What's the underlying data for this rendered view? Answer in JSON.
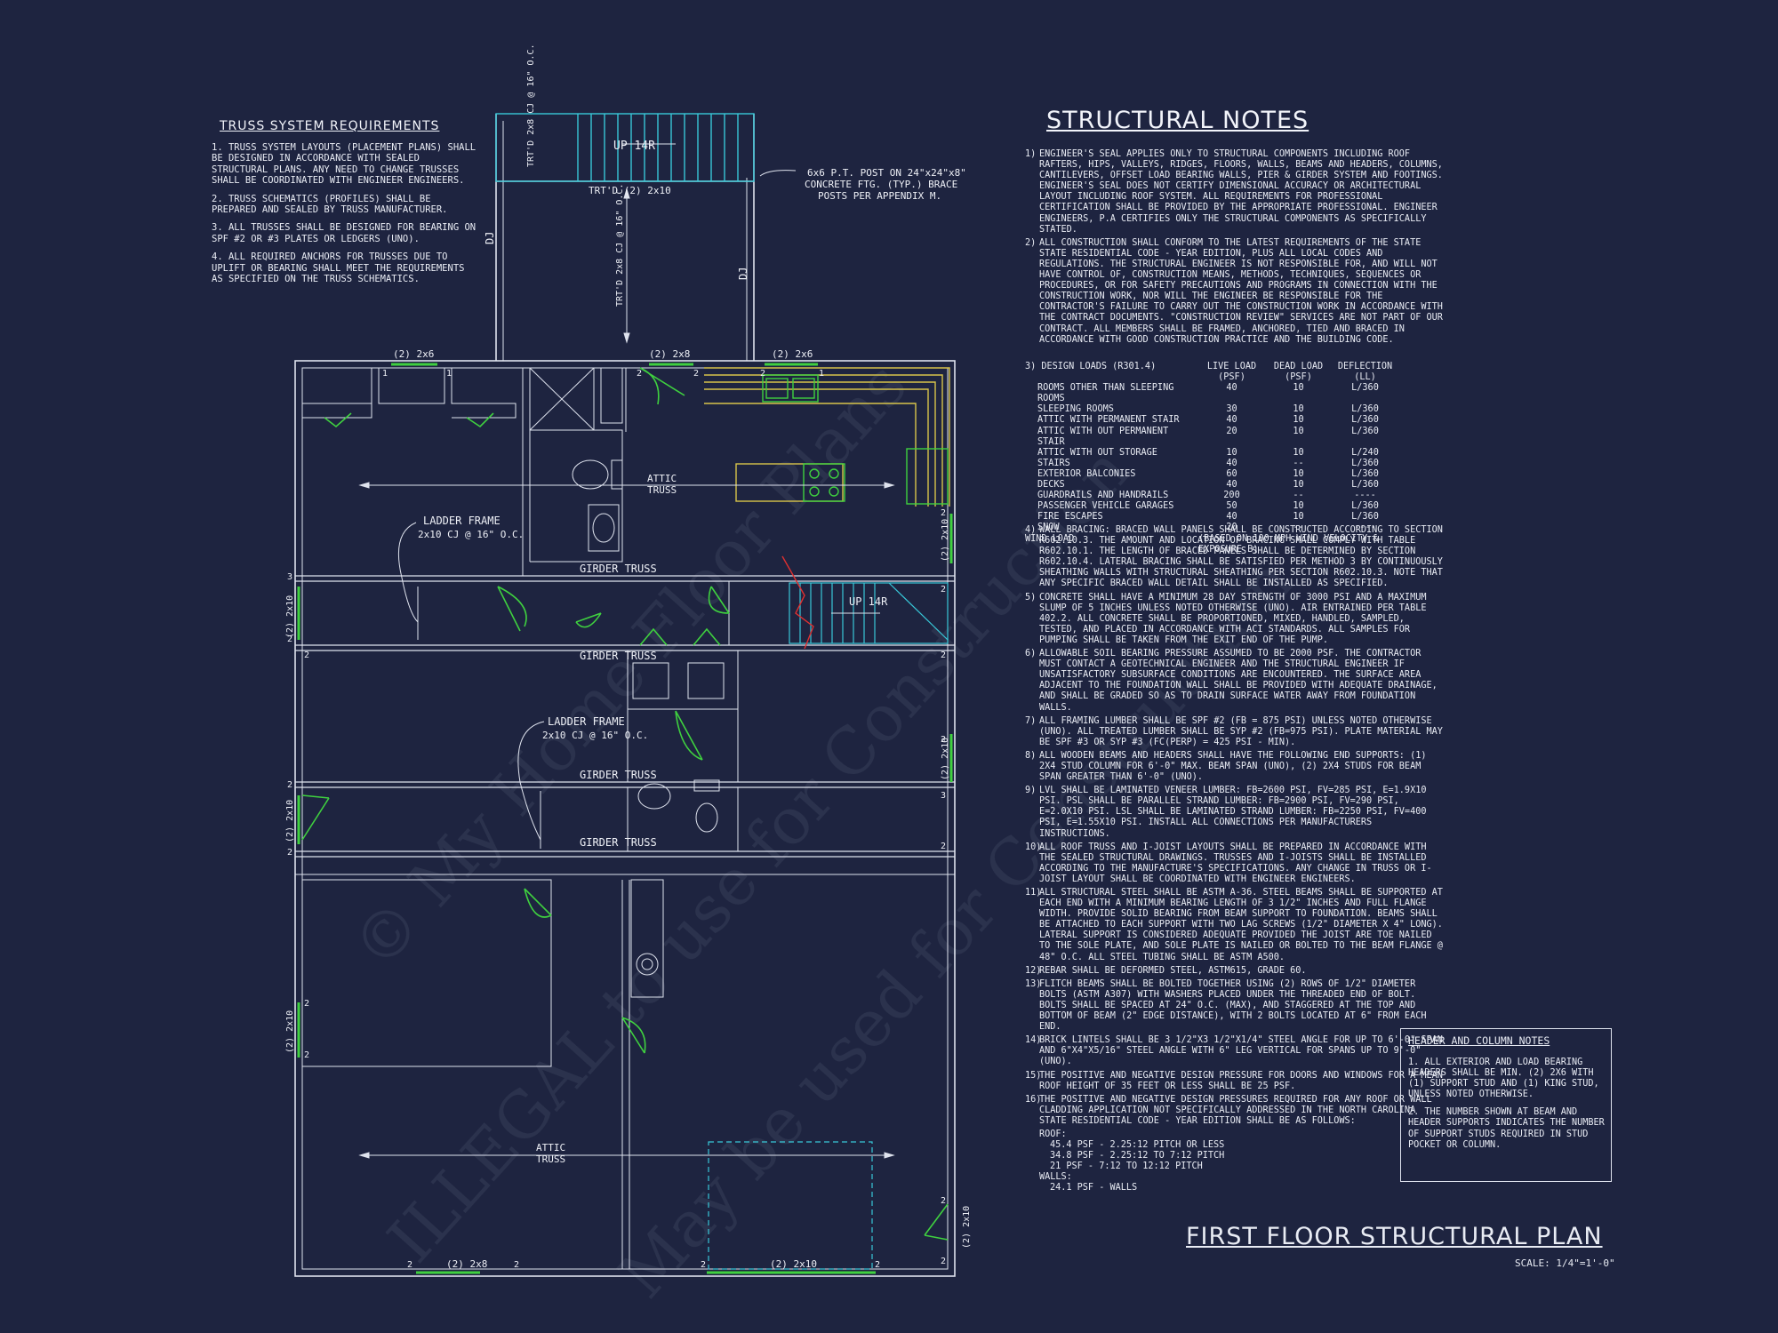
{
  "truss": {
    "title": "TRUSS SYSTEM REQUIREMENTS",
    "items": [
      "1. TRUSS SYSTEM LAYOUTS (PLACEMENT PLANS) SHALL BE DESIGNED IN ACCORDANCE WITH SEALED STRUCTURAL PLANS. ANY NEED TO CHANGE TRUSSES SHALL BE COORDINATED WITH ENGINEER ENGINEERS.",
      "2. TRUSS SCHEMATICS (PROFILES) SHALL BE PREPARED AND SEALED BY TRUSS MANUFACTURER.",
      "3. ALL TRUSSES SHALL BE DESIGNED FOR BEARING ON SPF #2 OR #3 PLATES OR LEDGERS (UNO).",
      "4. ALL REQUIRED ANCHORS FOR TRUSSES DUE TO UPLIFT OR BEARING SHALL MEET THE REQUIREMENTS AS SPECIFIED ON THE TRUSS SCHEMATICS."
    ]
  },
  "structural": {
    "title": "STRUCTURAL NOTES",
    "notes_a": [
      {
        "n": "1)",
        "t": "ENGINEER'S SEAL APPLIES ONLY TO STRUCTURAL COMPONENTS INCLUDING ROOF RAFTERS, HIPS, VALLEYS, RIDGES, FLOORS, WALLS, BEAMS AND HEADERS, COLUMNS, CANTILEVERS, OFFSET LOAD BEARING WALLS, PIER & GIRDER SYSTEM AND FOOTINGS. ENGINEER'S SEAL DOES NOT CERTIFY DIMENSIONAL ACCURACY OR ARCHITECTURAL LAYOUT INCLUDING ROOF SYSTEM. ALL REQUIREMENTS FOR PROFESSIONAL CERTIFICATION SHALL BE PROVIDED BY THE APPROPRIATE PROFESSIONAL. ENGINEER ENGINEERS, P.A CERTIFIES ONLY THE STRUCTURAL COMPONENTS AS SPECIFICALLY STATED."
      },
      {
        "n": "2)",
        "t": "ALL CONSTRUCTION SHALL CONFORM TO THE LATEST REQUIREMENTS OF THE STATE STATE RESIDENTIAL CODE - YEAR EDITION, PLUS ALL LOCAL CODES AND REGULATIONS. THE STRUCTURAL ENGINEER IS NOT RESPONSIBLE FOR, AND WILL NOT HAVE CONTROL OF, CONSTRUCTION MEANS, METHODS, TECHNIQUES, SEQUENCES OR PROCEDURES, OR FOR SAFETY PRECAUTIONS AND PROGRAMS IN CONNECTION WITH THE CONSTRUCTION WORK, NOR WILL THE ENGINEER BE RESPONSIBLE FOR THE CONTRACTOR'S FAILURE TO CARRY OUT THE CONSTRUCTION WORK IN ACCORDANCE WITH THE CONTRACT DOCUMENTS. \"CONSTRUCTION REVIEW\" SERVICES ARE NOT PART OF OUR CONTRACT. ALL MEMBERS SHALL BE FRAMED, ANCHORED, TIED AND BRACED IN ACCORDANCE WITH GOOD CONSTRUCTION PRACTICE AND THE BUILDING CODE."
      }
    ],
    "loads": {
      "label": "3) DESIGN LOADS (R301.4)",
      "headers": [
        "LIVE LOAD (PSF)",
        "DEAD LOAD (PSF)",
        "DEFLECTION (LL)"
      ],
      "rows": [
        [
          "ROOMS OTHER THAN SLEEPING ROOMS",
          "40",
          "10",
          "L/360"
        ],
        [
          "SLEEPING ROOMS",
          "30",
          "10",
          "L/360"
        ],
        [
          "ATTIC WITH PERMANENT STAIR",
          "40",
          "10",
          "L/360"
        ],
        [
          "ATTIC WITH OUT PERMANENT STAIR",
          "20",
          "10",
          "L/360"
        ],
        [
          "ATTIC WITH OUT STORAGE",
          "10",
          "10",
          "L/240"
        ],
        [
          "STAIRS",
          "40",
          "--",
          "L/360"
        ],
        [
          "EXTERIOR BALCONIES",
          "60",
          "10",
          "L/360"
        ],
        [
          "DECKS",
          "40",
          "10",
          "L/360"
        ],
        [
          "GUARDRAILS AND HANDRAILS",
          "200",
          "--",
          "----"
        ],
        [
          "PASSENGER VEHICLE GARAGES",
          "50",
          "10",
          "L/360"
        ],
        [
          "FIRE ESCAPES",
          "40",
          "10",
          "L/360"
        ],
        [
          "SNOW",
          "20",
          "--",
          "----"
        ]
      ],
      "wind_label": "WIND LOAD",
      "wind_value": "(BASED ON 100 MPH WIND VELOCITY & EXPOSURE B)"
    },
    "notes_b": [
      {
        "n": "4)",
        "t": "WALL BRACING: BRACED WALL PANELS SHALL BE CONSTRUCTED ACCORDING TO SECTION R602.10.3. THE AMOUNT AND LOCATION OF BRACING SHALL COMPLY WITH TABLE R602.10.1. THE LENGTH OF BRACED PANELS SHALL BE DETERMINED BY SECTION R602.10.4. LATERAL BRACING SHALL BE SATISFIED PER METHOD 3 BY CONTINUOUSLY SHEATHING WALLS WITH STRUCTURAL SHEATHING PER SECTION R602.10.3. NOTE THAT ANY SPECIFIC BRACED WALL DETAIL SHALL BE INSTALLED AS SPECIFIED."
      },
      {
        "n": "5)",
        "t": "CONCRETE SHALL HAVE A MINIMUM 28 DAY STRENGTH OF 3000 PSI AND A MAXIMUM SLUMP OF 5 INCHES UNLESS NOTED OTHERWISE (UNO). AIR ENTRAINED PER TABLE 402.2. ALL CONCRETE SHALL BE PROPORTIONED, MIXED, HANDLED, SAMPLED, TESTED, AND PLACED IN ACCORDANCE WITH ACI STANDARDS. ALL SAMPLES FOR PUMPING SHALL BE TAKEN FROM THE EXIT END OF THE PUMP."
      },
      {
        "n": "6)",
        "t": "ALLOWABLE SOIL BEARING PRESSURE ASSUMED TO BE 2000 PSF. THE CONTRACTOR MUST CONTACT A GEOTECHNICAL ENGINEER AND THE STRUCTURAL ENGINEER IF UNSATISFACTORY SUBSURFACE CONDITIONS ARE ENCOUNTERED. THE SURFACE AREA ADJACENT TO THE FOUNDATION WALL SHALL BE PROVIDED WITH ADEQUATE DRAINAGE, AND SHALL BE GRADED SO AS TO DRAIN SURFACE WATER AWAY FROM FOUNDATION WALLS."
      },
      {
        "n": "7)",
        "t": "ALL FRAMING LUMBER SHALL BE SPF #2 (Fb = 875 PSI) UNLESS NOTED OTHERWISE (UNO). ALL TREATED LUMBER SHALL BE SYP #2 (Fb=975 PSI). PLATE MATERIAL MAY BE SPF #3 OR SYP #3 (Fc(perp) = 425 PSI - MIN)."
      },
      {
        "n": "8)",
        "t": "ALL WOODEN BEAMS AND HEADERS SHALL HAVE THE FOLLOWING END SUPPORTS: (1) 2x4 STUD COLUMN FOR 6'-0\" MAX. BEAM SPAN (UNO), (2) 2x4 STUDS FOR BEAM SPAN GREATER THAN 6'-0\" (UNO)."
      },
      {
        "n": "9)",
        "t": "LVL SHALL BE LAMINATED VENEER LUMBER: Fb=2600 PSI, Fv=285 PSI, E=1.9x10 PSI. PSL SHALL BE PARALLEL STRAND LUMBER: Fb=2900 PSI, Fv=290 PSI, E=2.0x10 PSI. LSL SHALL BE LAMINATED STRAND LUMBER: Fb=2250 PSI, Fv=400 PSI, E=1.55x10 PSI. INSTALL ALL CONNECTIONS PER MANUFACTURERS INSTRUCTIONS."
      },
      {
        "n": "10)",
        "t": "ALL ROOF TRUSS AND I-JOIST LAYOUTS SHALL BE PREPARED IN ACCORDANCE WITH THE SEALED STRUCTURAL DRAWINGS. TRUSSES AND I-JOISTS SHALL BE INSTALLED ACCORDING TO THE MANUFACTURE'S SPECIFICATIONS. ANY CHANGE IN TRUSS OR I-JOIST LAYOUT SHALL BE COORDINATED WITH ENGINEER ENGINEERS."
      },
      {
        "n": "11)",
        "t": "ALL STRUCTURAL STEEL SHALL BE ASTM A-36. STEEL BEAMS SHALL BE SUPPORTED AT EACH END WITH A MINIMUM BEARING LENGTH OF 3 1/2\" INCHES AND FULL FLANGE WIDTH. PROVIDE SOLID BEARING FROM BEAM SUPPORT TO FOUNDATION. BEAMS SHALL BE ATTACHED TO EACH SUPPORT WITH TWO LAG SCREWS (1/2\" DIAMETER x 4\" LONG). LATERAL SUPPORT IS CONSIDERED ADEQUATE PROVIDED THE JOIST ARE TOE NAILED TO THE SOLE PLATE, AND SOLE PLATE IS NAILED OR BOLTED TO THE BEAM FLANGE @ 48\" O.C. ALL STEEL TUBING SHALL BE ASTM A500."
      },
      {
        "n": "12)",
        "t": "REBAR SHALL BE DEFORMED STEEL, ASTM615, GRADE 60."
      },
      {
        "n": "13)",
        "t": "FLITCH BEAMS SHALL BE BOLTED TOGETHER USING (2) ROWS OF 1/2\" DIAMETER BOLTS (ASTM A307) WITH WASHERS PLACED UNDER THE THREADED END OF BOLT. BOLTS SHALL BE SPACED AT 24\" O.C. (MAX), AND STAGGERED AT THE TOP AND BOTTOM OF BEAM (2\" EDGE DISTANCE), WITH 2 BOLTS LOCATED AT 6\" FROM EACH END."
      },
      {
        "n": "14)",
        "t": "BRICK LINTELS SHALL BE 3 1/2\"x3 1/2\"x1/4\" STEEL ANGLE FOR UP TO 6'-0\" SPAN AND 6\"x4\"x5/16\" STEEL ANGLE WITH 6\" LEG VERTICAL FOR SPANS UP TO 9'-0\" (UNO)."
      },
      {
        "n": "15)",
        "t": "THE POSITIVE AND NEGATIVE DESIGN PRESSURE FOR DOORS AND WINDOWS FOR A MEAN ROOF HEIGHT OF 35 FEET OR LESS SHALL BE 25 PSF."
      },
      {
        "n": "16)",
        "t": "THE POSITIVE AND NEGATIVE DESIGN PRESSURES REQUIRED FOR ANY ROOF OR WALL CLADDING APPLICATION NOT SPECIFICALLY ADDRESSED IN THE NORTH CAROLINA STATE RESIDENTIAL CODE - YEAR EDITION SHALL BE AS FOLLOWS:"
      }
    ],
    "pressures": {
      "roof_label": "ROOF:",
      "roof": [
        "45.4 PSF - 2.25:12 PITCH OR LESS",
        "34.8 PSF - 2.25:12 TO 7:12 PITCH",
        "21 PSF - 7:12 TO 12:12 PITCH"
      ],
      "walls_label": "WALLS:",
      "walls": [
        "24.1 PSF - WALLS"
      ]
    }
  },
  "header_column": {
    "title": "HEADER AND COLUMN NOTES",
    "items": [
      "1. ALL EXTERIOR AND LOAD BEARING HEADERS SHALL BE MIN. (2) 2x6 WITH (1) SUPPORT STUD AND (1) KING STUD, UNLESS NOTED OTHERWISE.",
      "2. THE NUMBER SHOWN AT BEAM AND HEADER SUPPORTS INDICATES THE NUMBER OF SUPPORT STUDS REQUIRED IN STUD POCKET OR COLUMN."
    ]
  },
  "plan": {
    "title": "FIRST FLOOR STRUCTURAL PLAN",
    "scale": "SCALE: 1/4\"=1'-0\"",
    "labels": {
      "up14r": "UP 14R",
      "trtd_cj_top": "TRT'D 2x8 CJ @ 16\" O.C.",
      "trtd_2x10": "TRT'D (2) 2x10",
      "post_note_1": "6x6 P.T. POST ON 24\"x24\"x8\"",
      "post_note_2": "CONCRETE FTG. (TYP.) BRACE",
      "post_note_3": "POSTS PER APPENDIX M.",
      "dj": "DJ",
      "trtd_cj_mid": "TRT'D 2x8 CJ @ 16\" O.C.",
      "h_2x6": "(2) 2x6",
      "h_2x8": "(2) 2x8",
      "h_2x10": "(2) 2x10",
      "attic_truss_1": "ATTIC",
      "attic_truss_2": "TRUSS",
      "ladder_1": "LADDER FRAME",
      "ladder_2": "2x10 CJ @ 16\" O.C.",
      "girder": "GIRDER TRUSS",
      "up14r_2": "UP 14R",
      "n1": "1",
      "n2": "2",
      "n3": "3"
    }
  },
  "watermark": {
    "line1": "© My Home Floor Plans",
    "line2": "ILLEGAL to use for Construction",
    "line3": "May be used for Construction"
  },
  "colors": {
    "background": "#1e2440",
    "wall": "#dfe3ee",
    "door_swing": "#3fd13f",
    "stair": "#38c8d8",
    "cabinet": "#d8c44a",
    "red_line": "#e03030"
  }
}
